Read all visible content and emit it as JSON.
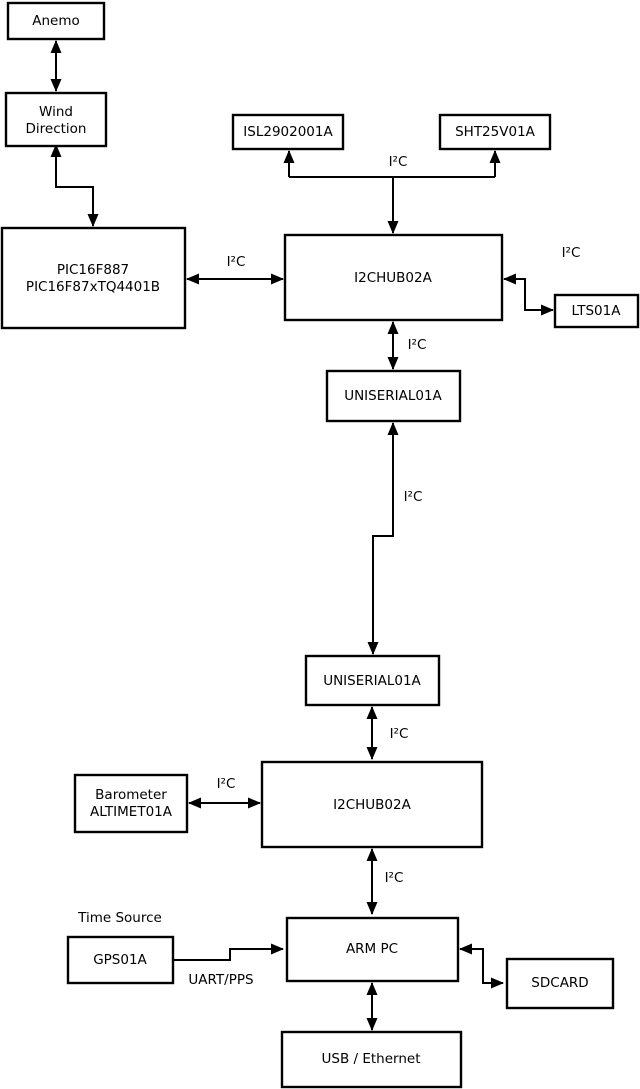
{
  "diagram": {
    "description": "Weather station hardware block diagram",
    "colors": {
      "line": "#000000",
      "box_fill": "#ffffff",
      "background": "#ffffff",
      "text": "#000000"
    },
    "nodes": {
      "anemo": {
        "label": "Anemo"
      },
      "wind": {
        "line1": "Wind",
        "line2": "Direction"
      },
      "pic": {
        "line1": "PIC16F887",
        "line2": "PIC16F87xTQ4401B"
      },
      "isl": {
        "label": "ISL2902001A"
      },
      "sht": {
        "label": "SHT25V01A"
      },
      "hub1": {
        "label": "I2CHUB02A"
      },
      "lts": {
        "label": "LTS01A"
      },
      "uni1": {
        "label": "UNISERIAL01A"
      },
      "uni2": {
        "label": "UNISERIAL01A"
      },
      "hub2": {
        "label": "I2CHUB02A"
      },
      "baro": {
        "line1": "Barometer",
        "line2": "ALTIMET01A"
      },
      "gps": {
        "label": "GPS01A"
      },
      "armpc": {
        "label": "ARM PC"
      },
      "sdcard": {
        "label": "SDCARD"
      },
      "usb": {
        "label": "USB / Ethernet"
      }
    },
    "edge_labels": {
      "i2c_top_sensors": "I²C",
      "i2c_pic_hub1": "I²C",
      "i2c_hub1_lts": "I²C",
      "i2c_hub1_uni1": "I²C",
      "i2c_uni1_uni2": "I²C",
      "i2c_uni2_hub2": "I²C",
      "i2c_baro_hub2": "I²C",
      "i2c_hub2_armpc": "I²C",
      "uart_pps": "UART/PPS",
      "time_source": "Time Source"
    }
  }
}
